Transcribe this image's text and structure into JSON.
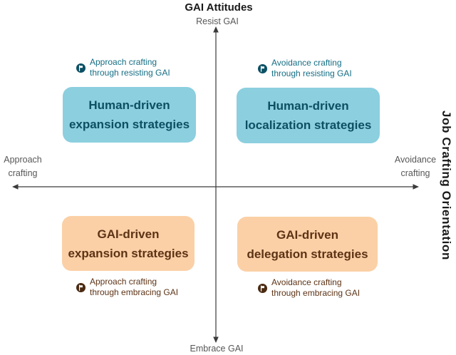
{
  "header": {
    "title": "GAI Attitudes"
  },
  "axes": {
    "vertical_top_label": "Resist GAI",
    "vertical_bottom_label": "Embrace GAI",
    "left_label_line1": "Approach",
    "left_label_line2": "crafting",
    "right_label_line1": "Avoidance",
    "right_label_line2": "crafting",
    "right_axis_title": "Job Crafting Orientation"
  },
  "quadrants": {
    "top_left": {
      "box_line1": "Human-driven",
      "box_line2": "expansion strategies",
      "note_line1": "Approach crafting",
      "note_line2": "through resisting GAI"
    },
    "top_right": {
      "box_line1": "Human-driven",
      "box_line2": "localization strategies",
      "note_line1": "Avoidance crafting",
      "note_line2": "through resisting GAI"
    },
    "bottom_left": {
      "box_line1": "GAI-driven",
      "box_line2": "expansion strategies",
      "note_line1": "Approach crafting",
      "note_line2": "through embracing GAI"
    },
    "bottom_right": {
      "box_line1": "GAI-driven",
      "box_line2": "delegation strategies",
      "note_line1": "Avoidance crafting",
      "note_line2": "through embracing GAI"
    }
  },
  "icons": {
    "note_marker": "flag-in-circle-icon"
  },
  "colors": {
    "teal_box_fill": "#8ccfdf",
    "teal_box_text": "#0d4f63",
    "orange_box_fill": "#fbd0a6",
    "brown_text": "#5d3316",
    "teal_note_text": "#156e84",
    "teal_icon": "#0b5064",
    "brown_icon": "#4a2a12",
    "axis_line": "#3a3a3a",
    "gray_label": "#575757",
    "title_text": "#1a1a1a"
  }
}
